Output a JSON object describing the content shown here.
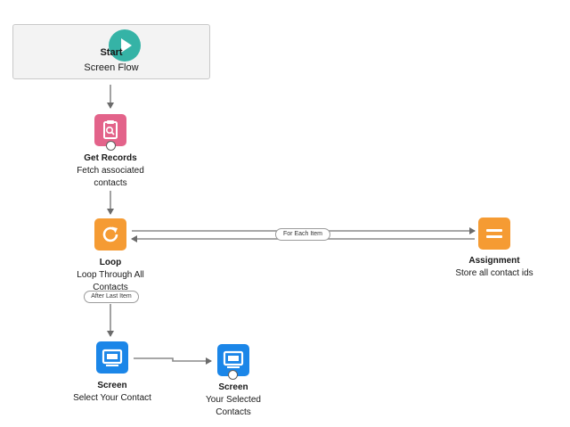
{
  "nodes": {
    "start": {
      "title": "Start",
      "subtitle": "Screen Flow",
      "icon": "play-icon",
      "color": "#35b3a6"
    },
    "get_records": {
      "title": "Get Records",
      "subtitle_1": "Fetch associated",
      "subtitle_2": "contacts",
      "icon": "record-lookup-icon",
      "color": "#e3638a"
    },
    "loop": {
      "title": "Loop",
      "subtitle_1": "Loop Through All",
      "subtitle_2": "Contacts",
      "icon": "loop-icon",
      "color": "#f59b33"
    },
    "assignment": {
      "title": "Assignment",
      "subtitle": "Store all contact ids",
      "icon": "assignment-icon",
      "color": "#f59b33"
    },
    "screen_select": {
      "title": "Screen",
      "subtitle": "Select Your Contact",
      "icon": "screen-icon",
      "color": "#1b86e8"
    },
    "screen_selected": {
      "title": "Screen",
      "subtitle_1": "Your Selected",
      "subtitle_2": "Contacts",
      "icon": "screen-icon",
      "color": "#1b86e8"
    }
  },
  "connectors": {
    "for_each_label": "For Each Item",
    "after_last_label": "After Last Item"
  }
}
